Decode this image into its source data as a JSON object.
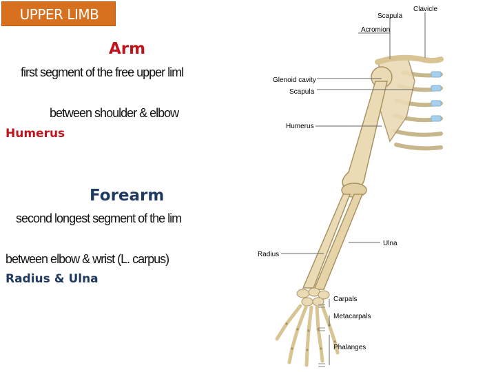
{
  "badge": {
    "label": "UPPER LIMB"
  },
  "arm": {
    "title": "Arm",
    "definition": "first segment of the free upper liml",
    "location": "between shoulder & elbow",
    "bone": "Humerus"
  },
  "forearm": {
    "title": "Forearm",
    "definition": "second longest segment of the lim",
    "location": "between elbow & wrist (L. carpus)",
    "bones": "Radius & Ulna"
  },
  "illustration": {
    "labels": {
      "scapula_top": "Scapula",
      "clavicle": "Clavicle",
      "acromion": "Acromion",
      "glenoid": "Glenoid cavity",
      "scapula": "Scapula",
      "humerus": "Humerus",
      "ulna": "Ulna",
      "radius": "Radius",
      "carpals": "Carpals",
      "metacarpals": "Metacarpals",
      "phalanges": "Phalanges"
    }
  },
  "colors": {
    "badge": "#d8711f",
    "arm_title": "#c0141c",
    "humerus": "#c0141c",
    "forearm_title": "#1f3a5f",
    "forearm_bones": "#1f3a5f",
    "bone": "#eadbb5",
    "cartilage": "#a8d0ec"
  }
}
